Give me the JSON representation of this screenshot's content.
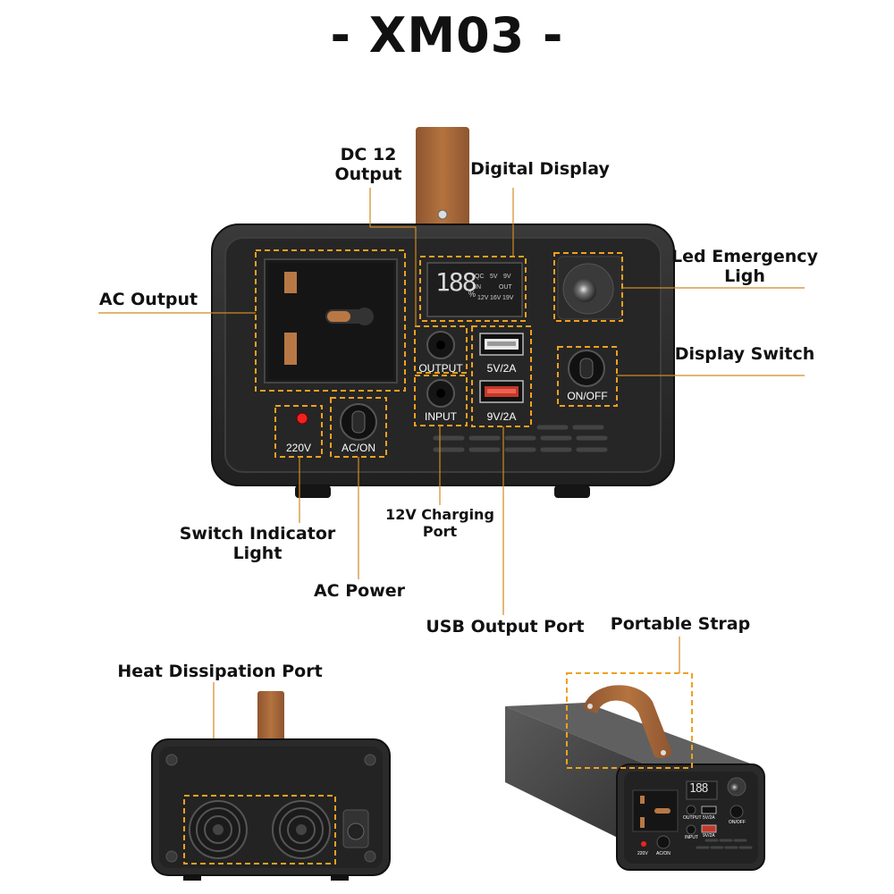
{
  "title": "- XM03 -",
  "callouts": {
    "dc12_output": [
      "DC 12",
      "Output"
    ],
    "digital_display": "Digital Display",
    "ac_output": "AC Output",
    "led_emergency": [
      "Led Emergency",
      "Ligh"
    ],
    "display_switch": "Display Switch",
    "switch_indicator": [
      "Switch Indicator",
      "Light"
    ],
    "charging_port": [
      "12V Charging",
      "Port"
    ],
    "ac_power": "AC Power",
    "usb_output": "USB Output Port",
    "portable_strap": "Portable Strap",
    "heat_dissipation": "Heat Dissipation Port"
  },
  "panel": {
    "output": "OUTPUT",
    "input": "INPUT",
    "usb1": "5V/2A",
    "usb2": "9V/2A",
    "onoff": "ON/OFF",
    "v220": "220V",
    "acon": "AC/ON"
  },
  "lcd": {
    "digits": "188",
    "percent": "%",
    "row1": [
      "QC",
      "5V",
      "9V"
    ],
    "row2": [
      "IN",
      "OUT"
    ],
    "row3": [
      "12V",
      "16V",
      "19V"
    ]
  },
  "mini_panel": {
    "output": "OUTPUT",
    "input": "INPUT",
    "usb1": "5V/2A",
    "usb2": "9V/2A",
    "onoff": "ON/OFF",
    "v220": "220V",
    "acon": "AC/ON",
    "digits": "188"
  },
  "colors": {
    "accent_dash": "#f0a020",
    "body_dark": "#2e2e2e",
    "panel_black": "#232323",
    "strap_brown": "#a8673a",
    "usb_red": "#c0392b"
  }
}
